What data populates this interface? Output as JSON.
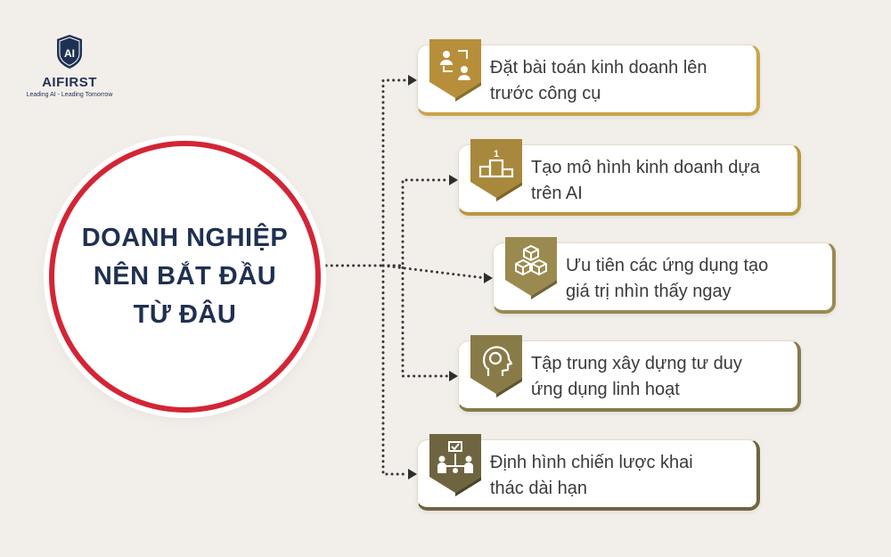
{
  "logo": {
    "mark": "AI",
    "name": "AIFIRST",
    "tagline": "Leading AI - Leading Tomorrow"
  },
  "center": {
    "lines": [
      "DOANH NGHIỆP",
      "NÊN BẮT ĐẦU",
      "TỪ ĐÂU"
    ]
  },
  "colors": {
    "circle_border": "#d32535",
    "gold": "#c9a449",
    "gold_dark": "#8c6d2a",
    "olive": "#6e6540",
    "title_navy": "#1f3050"
  },
  "items": [
    {
      "icon": "people-exchange-icon",
      "line1": "Đặt bài toán kinh doanh lên",
      "line2": "trước công cụ"
    },
    {
      "icon": "podium-icon",
      "line1": "Tạo mô hình kinh doanh dựa",
      "line2": "trên AI"
    },
    {
      "icon": "cubes-icon",
      "line1": "Ưu tiên các ứng dụng tạo",
      "line2": "giá trị nhìn thấy ngay"
    },
    {
      "icon": "head-idea-icon",
      "line1": "Tập trung xây dựng tư duy",
      "line2": "ứng dụng linh hoạt"
    },
    {
      "icon": "team-strategy-icon",
      "line1": "Định hình chiến lược khai",
      "line2": "thác dài hạn"
    }
  ]
}
